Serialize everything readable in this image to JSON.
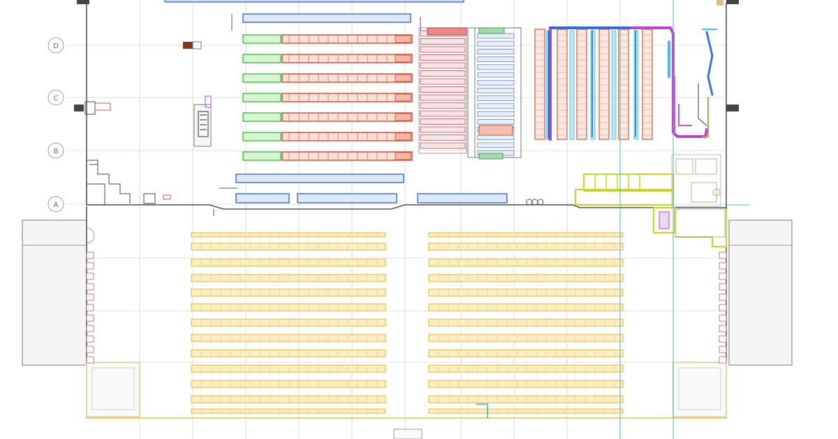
{
  "axis_labels": [
    "D",
    "C",
    "B",
    "A"
  ],
  "colors": {
    "wall": "#555555",
    "grid": "#b8b8b8",
    "blue_rack": "#2f5fb5",
    "green_rack": "#3fbf3f",
    "red_rack": "#d24a2a",
    "pallet_yellow": "#e6c24a",
    "pallet_fill": "#fbeec2",
    "conveyor_purple": "#c03fd0",
    "conveyor_blue": "#2a6be0",
    "conveyor_cyan": "#3fc0e0",
    "office_lime": "#c8d820",
    "accent_brown": "#8a3a1a",
    "dock_panel": "#f2f2f2"
  },
  "legend": {}
}
